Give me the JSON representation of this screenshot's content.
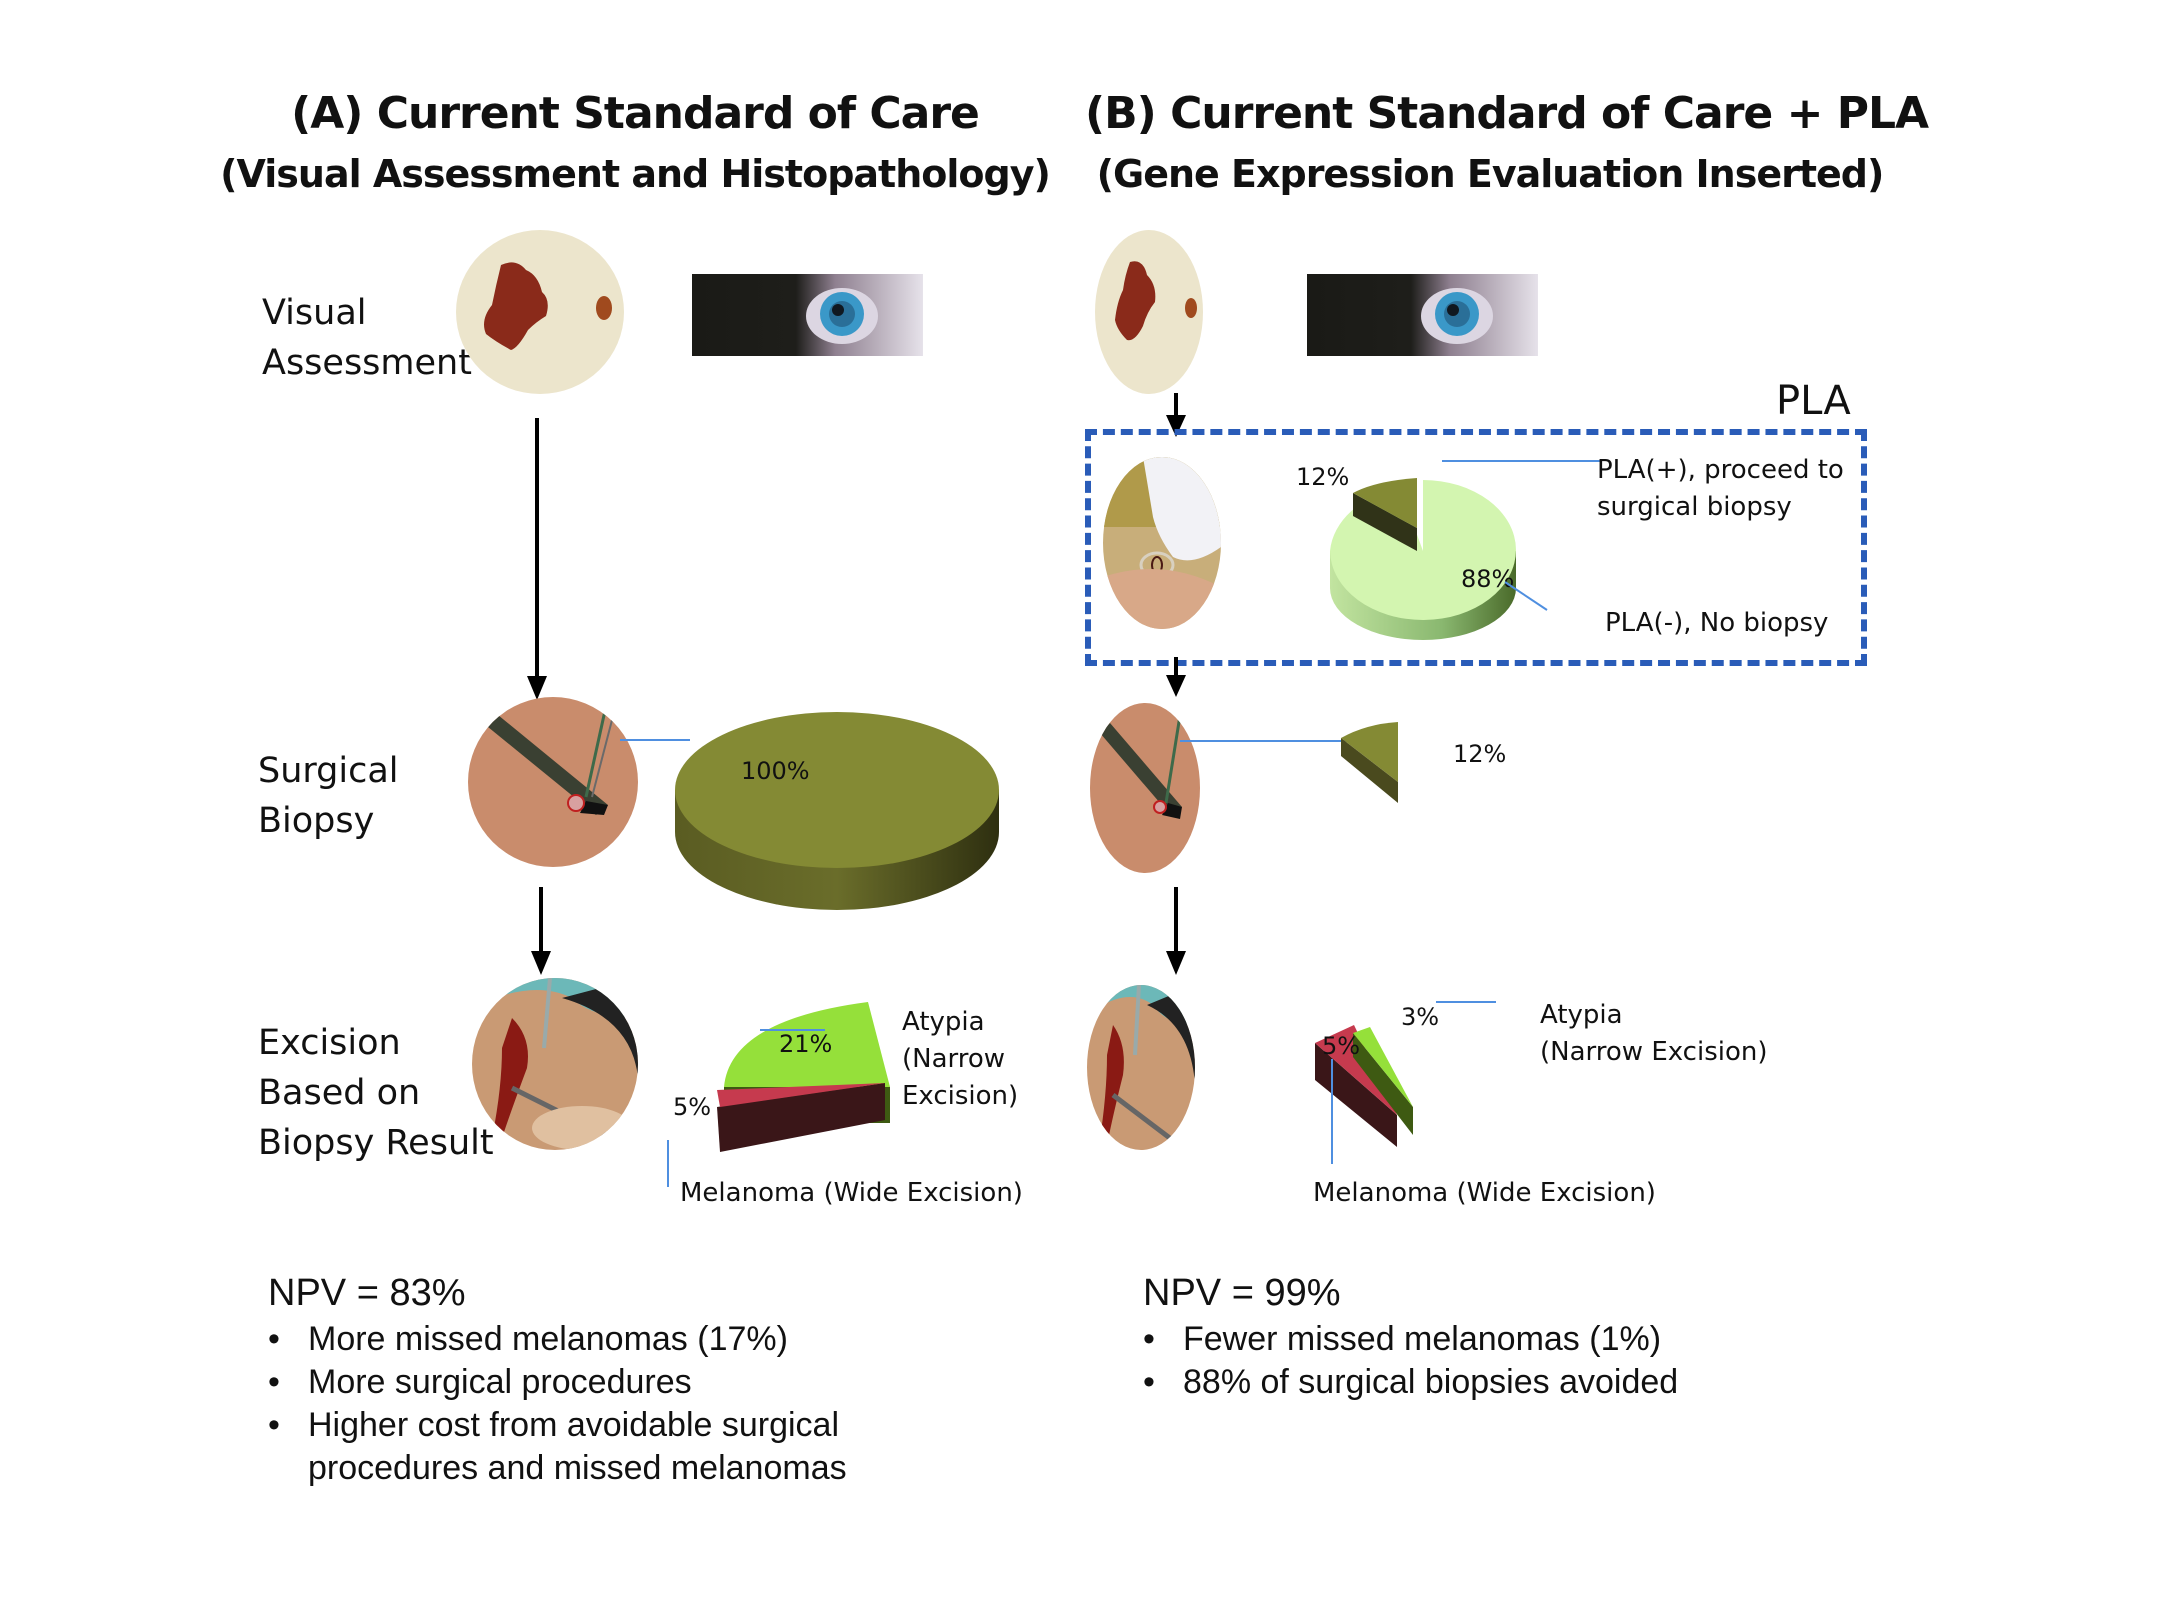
{
  "panel_a": {
    "title": "(A) Current Standard of Care",
    "subtitle": "(Visual Assessment and Histopathology)",
    "rows": {
      "visual": {
        "label_line1": "Visual",
        "label_line2": "Assessment"
      },
      "biopsy": {
        "label_line1": "Surgical",
        "label_line2": "Biopsy",
        "pie_label": "100%"
      },
      "excision": {
        "label_line1": "Excision",
        "label_line2": "Based on",
        "label_line3": "Biopsy Result",
        "atypia_pct": "21%",
        "melanoma_pct": "5%",
        "atypia_label_line1": "Atypia",
        "atypia_label_line2": "(Narrow",
        "atypia_label_line3": "Excision)",
        "melanoma_label": "Melanoma (Wide Excision)"
      }
    },
    "summary": {
      "npv": "NPV = 83%",
      "bullets": [
        "More missed melanomas (17%)",
        "More surgical procedures",
        "Higher cost from avoidable surgical procedures and missed melanomas"
      ]
    }
  },
  "panel_b": {
    "title": "(B) Current Standard of Care + PLA",
    "subtitle": "(Gene Expression Evaluation Inserted)",
    "pla_box": {
      "label": "PLA",
      "positive_pct": "12%",
      "negative_pct": "88%",
      "positive_label_line1": "PLA(+), proceed to",
      "positive_label_line2": "surgical biopsy",
      "negative_label": "PLA(-), No biopsy"
    },
    "rows": {
      "biopsy": {
        "pie_label": "12%"
      },
      "excision": {
        "atypia_pct": "3%",
        "melanoma_pct": "5%",
        "atypia_label_line1": "Atypia",
        "atypia_label_line2": "(Narrow Excision)",
        "melanoma_label": "Melanoma (Wide Excision)"
      }
    },
    "summary": {
      "npv": "NPV = 99%",
      "bullets": [
        "Fewer missed melanomas (1%)",
        "88% of surgical biopsies avoided"
      ]
    }
  },
  "chart_data": [
    {
      "type": "pie",
      "title": "Panel A - Surgical Biopsy",
      "categories": [
        "Surgical biopsy"
      ],
      "values": [
        100
      ]
    },
    {
      "type": "pie",
      "title": "Panel A - Excision Based on Biopsy Result",
      "categories": [
        "Atypia (Narrow Excision)",
        "Melanoma (Wide Excision)"
      ],
      "values": [
        21,
        5
      ]
    },
    {
      "type": "pie",
      "title": "Panel B - PLA",
      "categories": [
        "PLA(+), proceed to surgical biopsy",
        "PLA(-), No biopsy"
      ],
      "values": [
        12,
        88
      ]
    },
    {
      "type": "pie",
      "title": "Panel B - Surgical Biopsy",
      "categories": [
        "Surgical biopsy"
      ],
      "values": [
        12
      ]
    },
    {
      "type": "pie",
      "title": "Panel B - Excision Based on Biopsy Result",
      "categories": [
        "Atypia (Narrow Excision)",
        "Melanoma (Wide Excision)"
      ],
      "values": [
        3,
        5
      ]
    }
  ],
  "colors": {
    "olive": "#848a34",
    "olive_dark": "#4a4c1c",
    "light_green": "#d3f5b0",
    "lime": "#95e03a",
    "lime_dark": "#3e5a12",
    "crimson": "#c63a4e",
    "crimson_dark": "#3a1618",
    "leader_line": "#4f8fe0",
    "dash_border": "#2a5cb8"
  }
}
